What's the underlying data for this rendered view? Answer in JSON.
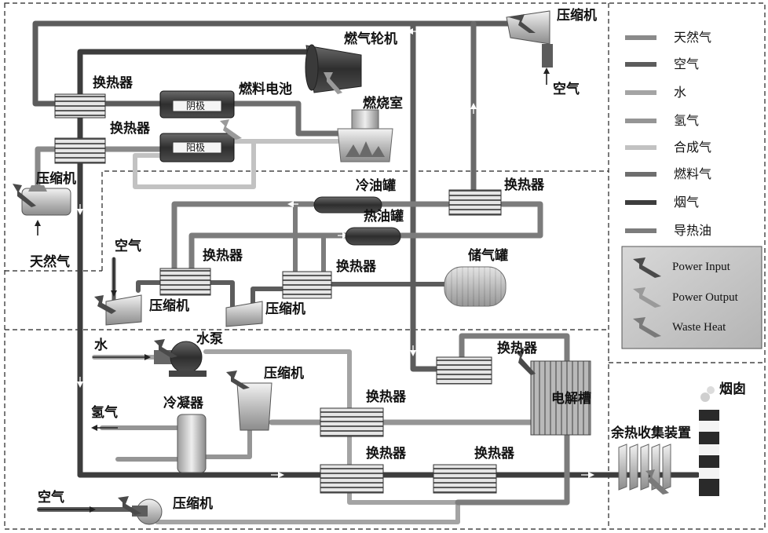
{
  "labels": {
    "compressor_top": "压缩机",
    "air_top": "空气",
    "gas_turbine": "燃气轮机",
    "hx_top": "换热器",
    "fuel_cell": "燃料电池",
    "cathode_1": "阴极",
    "hx_mid": "换热器",
    "combustor": "燃烧室",
    "cathode_2": "阳极",
    "compressor_left": "压缩机",
    "natural_gas": "天然气",
    "air_mid": "空气",
    "cold_tank": "冷油罐",
    "hot_tank": "热油罐",
    "hx_right_upper": "换热器",
    "hx_center_left": "换热器",
    "hx_center_right": "换热器",
    "storage_tank": "储气罐",
    "compressor_mid_left": "压缩机",
    "compressor_mid_right": "压缩机",
    "water": "水",
    "pump": "水泵",
    "hx_electrolyzer": "换热器",
    "electrolyzer": "电解槽",
    "hydrogen": "氢气",
    "condenser": "冷凝器",
    "compressor_low": "压缩机",
    "hx_low_1": "换热器",
    "hx_low_2": "换热器",
    "hx_low_3": "换热器",
    "chimney": "烟囱",
    "waste_heat_device": "余热收集装置",
    "air_bottom": "空气",
    "compressor_bottom": "压缩机"
  },
  "legend": {
    "pipes": [
      {
        "label": "天然气",
        "color": "#8a8a8a",
        "icon": "pipe-natural-gas"
      },
      {
        "label": "空气",
        "color": "#5c5c5c",
        "icon": "pipe-air"
      },
      {
        "label": "水",
        "color": "#a4a4a4",
        "icon": "pipe-water"
      },
      {
        "label": "氢气",
        "color": "#959595",
        "icon": "pipe-hydrogen"
      },
      {
        "label": "合成气",
        "color": "#c2c2c2",
        "icon": "pipe-syngas"
      },
      {
        "label": "燃料气",
        "color": "#6e6e6e",
        "icon": "pipe-fuel-gas"
      },
      {
        "label": "烟气",
        "color": "#3d3d3d",
        "icon": "pipe-flue-gas"
      },
      {
        "label": "导热油",
        "color": "#7c7c7c",
        "icon": "pipe-thermal-oil"
      }
    ],
    "energy": [
      {
        "label": "Power Input",
        "color": "#4a4a4a",
        "icon": "power-input-icon"
      },
      {
        "label": "Power Output",
        "color": "#9a9a9a",
        "icon": "power-output-icon"
      },
      {
        "label": "Waste Heat",
        "color": "#7a7a7a",
        "icon": "waste-heat-icon"
      }
    ]
  },
  "colors": {
    "natural_gas": "#8a8a8a",
    "air": "#5c5c5c",
    "water": "#a4a4a4",
    "hydrogen": "#959595",
    "syngas": "#c2c2c2",
    "fuel_gas": "#6e6e6e",
    "flue_gas": "#3d3d3d",
    "thermal_oil": "#7c7c7c",
    "legend_box": "#c8c8c8",
    "frame_dash": "#222222"
  }
}
